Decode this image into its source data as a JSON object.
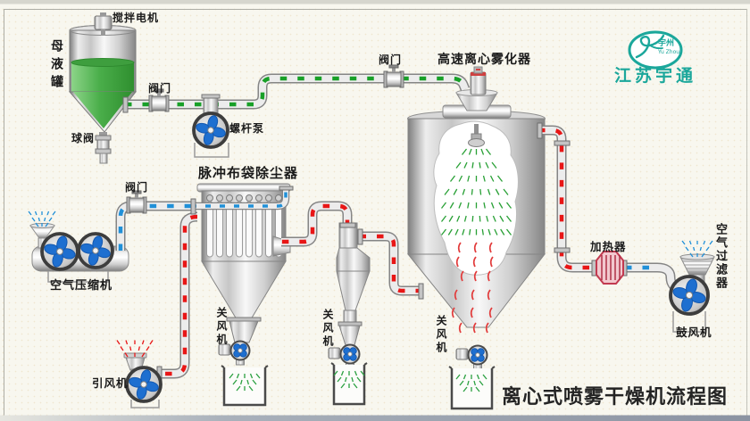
{
  "title": "离心式喷雾干燥机流程图",
  "logo": {
    "badge_cn": "宇州",
    "badge_en": "Yu Zhou",
    "company": "江苏宇通"
  },
  "labels": {
    "stir_motor": "搅拌电机",
    "mother_tank": "母液罐",
    "ball_valve": "球阀",
    "valve": "阀门",
    "screw_pump": "螺杆泵",
    "atomizer": "高速离心雾化器",
    "dust_collector": "脉冲布袋除尘器",
    "air_compressor": "空气压缩机",
    "induced_fan": "引风机",
    "rotary_valve": "关风机",
    "heater": "加热器",
    "air_filter": "空气过滤器",
    "blower": "鼓风机"
  },
  "colors": {
    "brand_teal": "#1ba79b",
    "pipe_green": "#18a028",
    "pipe_blue": "#2090d8",
    "pipe_red": "#e81616",
    "fan_blue": "#1e6fd0",
    "liquid_green": "#46a846",
    "heater_red": "#c23a50",
    "spray_green": "#28a035",
    "spray_red": "#e23c3c",
    "label_black": "#1a1a1a"
  }
}
